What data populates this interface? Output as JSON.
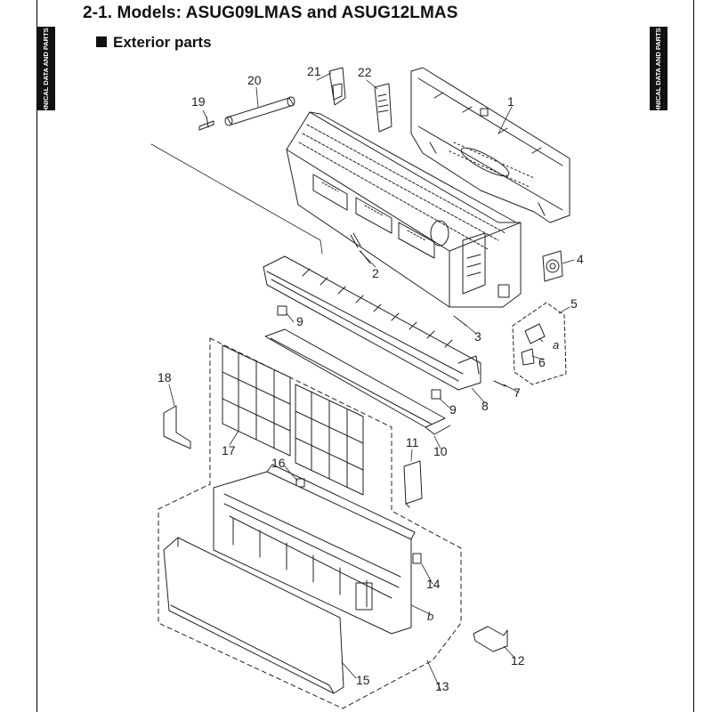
{
  "header": {
    "title": "2-1. Models: ASUG09LMAS and ASUG12LMAS",
    "section": "Exterior parts",
    "side_tab_left": "TECHNICAL DATA AND PARTS LIST",
    "side_tab_right": "TECHNICAL DATA AND PARTS LIST"
  },
  "labels": {
    "p1": "1",
    "p2": "2",
    "p3": "3",
    "p4": "4",
    "p5": "5",
    "p6": "6",
    "p7": "7",
    "p8": "8",
    "p9a": "9",
    "p9b": "9",
    "p10": "10",
    "p11": "11",
    "p12": "12",
    "p13": "13",
    "p14": "14",
    "p15": "15",
    "p16": "16",
    "p17": "17",
    "p18": "18",
    "p19": "19",
    "p20": "20",
    "p21": "21",
    "p22": "22",
    "la": "a",
    "lb": "b"
  },
  "colors": {
    "ink": "#222222",
    "tab": "#111111",
    "paper": "#ffffff"
  }
}
